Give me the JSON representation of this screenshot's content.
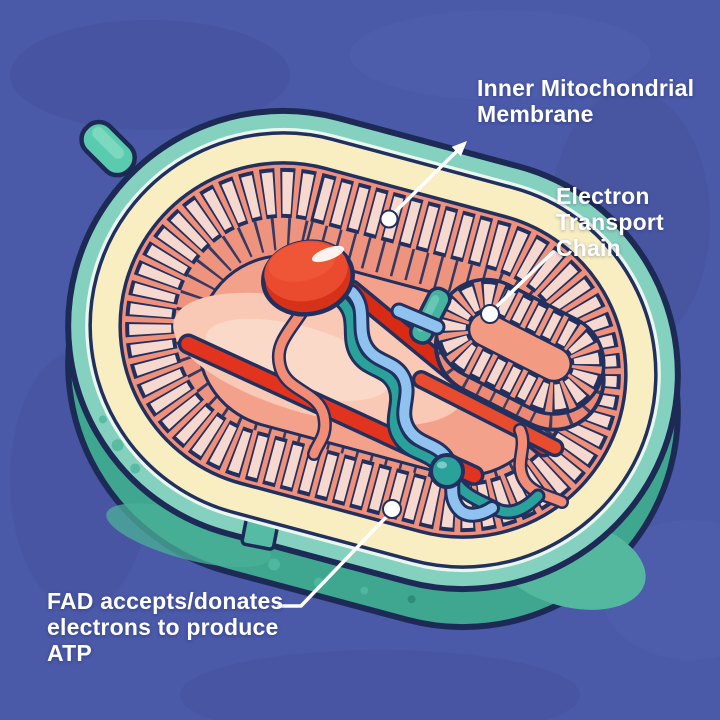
{
  "scene": {
    "type": "biology-diagram",
    "subject": "Mitochondrion cross-section cutaway"
  },
  "annotations": {
    "inner_membrane": {
      "label": "Inner Mitochondrial\nMembrane",
      "pointer": "arrow"
    },
    "electron_transport_chain": {
      "label": "Electron\nTransport\nChain",
      "pointer": "line-dot"
    },
    "fad": {
      "label": "FAD accepts/donates\nelectrons to produce\nATP",
      "pointer": "line-dot"
    }
  },
  "colors": {
    "background": "#4A59A8",
    "outline": "#22305F",
    "outer_membrane_teal": "#85D1BF",
    "outer_membrane_side": "#3FA68F",
    "intermembrane_cream": "#F8EEC2",
    "membrane_salmon": "#F0907B",
    "cristae_pink": "#F7D8CE",
    "matrix": "#F4A18B",
    "matrix_highlight": "#F9C9B5",
    "molecule_red": "#EA4B2E",
    "rod_red": "#D92B14",
    "strand_blue": "#8FC2EF",
    "strand_teal": "#2AA19A",
    "label_text": "#FFFFFF"
  }
}
